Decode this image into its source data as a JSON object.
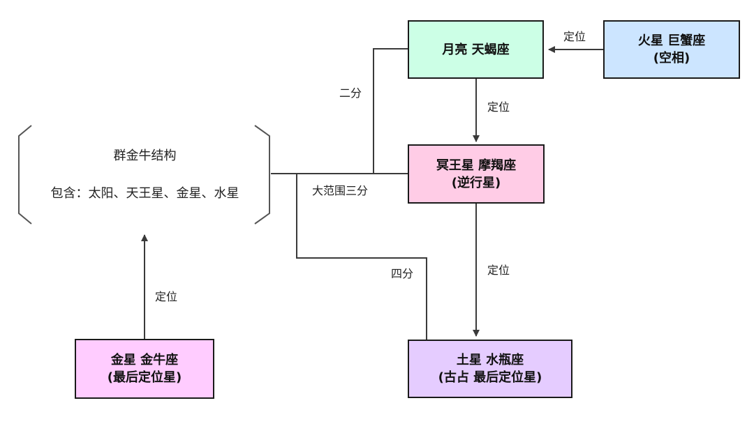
{
  "colors": {
    "line": "#3a3a3a",
    "moon_fill": "#ccffe6",
    "mars_fill": "#cce5ff",
    "pluto_fill": "#ffcce6",
    "saturn_fill": "#e5ccff",
    "venus_fill": "#ffccff",
    "group_bracket": "#555555"
  },
  "nodes": {
    "moon": {
      "line1": "月亮 天蝎座"
    },
    "mars": {
      "line1": "火星 巨蟹座",
      "line2": "(空相)"
    },
    "pluto": {
      "line1": "冥王星 摩羯座",
      "line2": "(逆行星)"
    },
    "saturn": {
      "line1": "土星 水瓶座",
      "line2": "(古占 最后定位星)"
    },
    "venus": {
      "line1": "金星 金牛座",
      "line2": "(最后定位星)"
    }
  },
  "group": {
    "title": "群金牛结构",
    "members": "包含：太阳、天王星、金星、水星"
  },
  "edges": {
    "mars_moon": "定位",
    "moon_pluto": "定位",
    "pluto_saturn": "定位",
    "venus_group": "定位",
    "moon_group": "二分",
    "pluto_group": "大范围三分",
    "saturn_group": "四分"
  }
}
